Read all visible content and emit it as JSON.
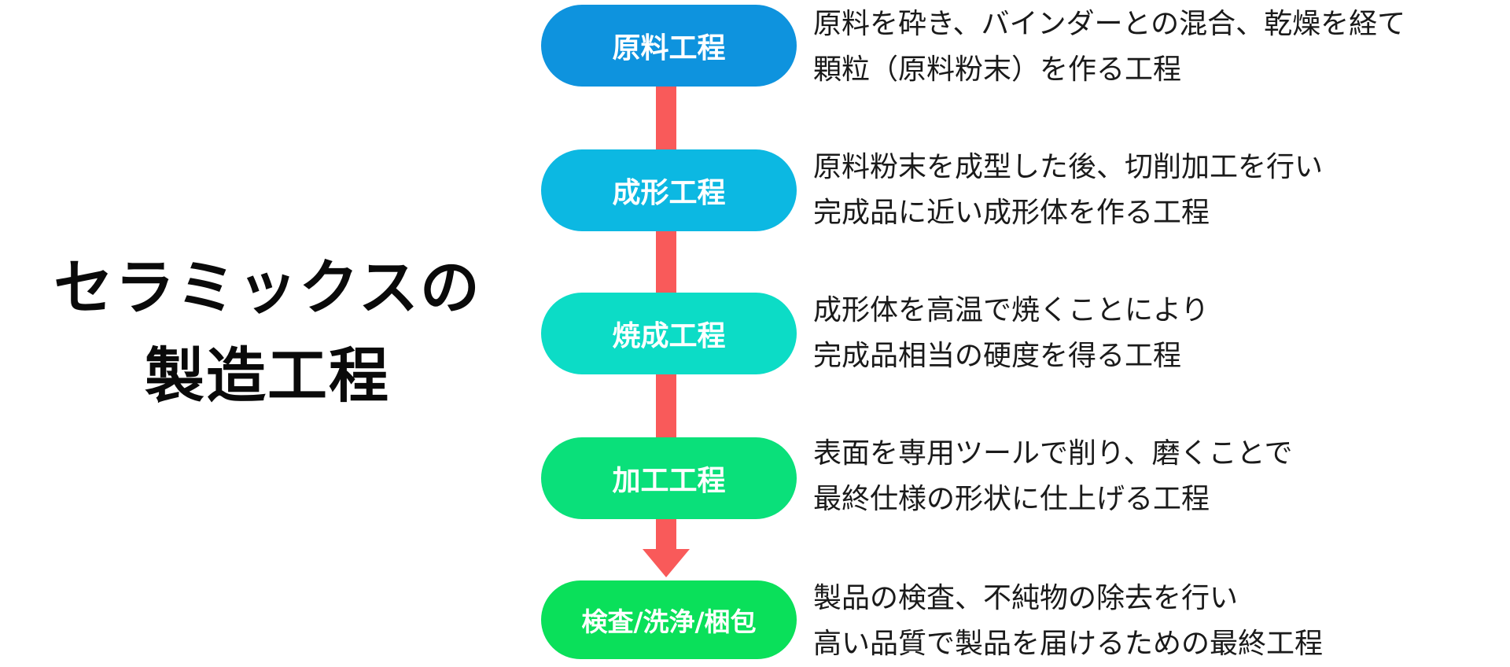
{
  "title": {
    "line1": "セラミックスの",
    "line2": "製造工程"
  },
  "steps": [
    {
      "label": "原料工程",
      "color": "#0e93de",
      "desc1": "原料を砕き、バインダーとの混合、乾燥を経て",
      "desc2": "顆粒（原料粉末）を作る工程"
    },
    {
      "label": "成形工程",
      "color": "#0cb8e2",
      "desc1": "原料粉末を成型した後、切削加工を行い",
      "desc2": "完成品に近い成形体を作る工程"
    },
    {
      "label": "焼成工程",
      "color": "#0cdcc6",
      "desc1": "成形体を高温で焼くことにより",
      "desc2": "完成品相当の硬度を得る工程"
    },
    {
      "label": "加工工程",
      "color": "#0ae07a",
      "desc1": "表面を専用ツールで削り、磨くことで",
      "desc2": "最終仕様の形状に仕上げる工程"
    },
    {
      "label": "検査/洗浄/梱包",
      "color": "#0ae05a",
      "desc1": "製品の検査、不純物の除去を行い",
      "desc2": "高い品質で製品を届けるための最終工程"
    }
  ],
  "connector_color": "#f95a5a"
}
